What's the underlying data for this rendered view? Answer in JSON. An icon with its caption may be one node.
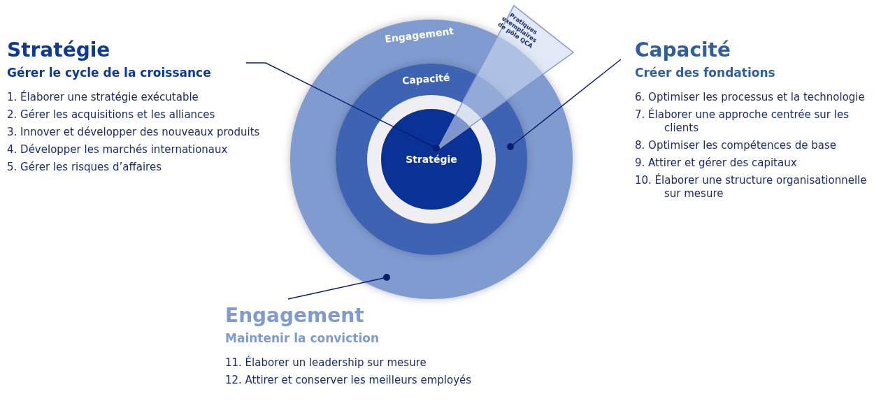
{
  "diagram": {
    "nodes": [
      {
        "text": [
          "Stratégie",
          "Gérer le cycle de la croissance",
          "1. Élaborer une stratégie exécutable",
          "2. Gérer les acquisitions et les alliances",
          "3. Innover et développer des nouveaux produits",
          "4. Développer les marchés internationaux",
          "5. Gérer les risques d’affaires"
        ]
      },
      {
        "text": [
          "Capacité",
          "Créer des fondations",
          "6. Optimiser les processus et la technologie",
          "7. Élaborer une approche centrée sur les clients",
          "8. Optimiser les compétences de base",
          "9. Attirer et gérer des capitaux",
          "10. Élaborer une structure organisationnelle sur mesure"
        ]
      },
      {
        "text": [
          "Engagement",
          "Maintenir la conviction",
          "11. Élaborer un leadership sur mesure",
          "12. Attirer et conserver les meilleurs employés"
        ]
      },
      {
        "text": [
          "Engagement"
        ]
      },
      {
        "text": [
          "Capacité"
        ],
        "in": 3
      },
      {
        "text": [
          "Stratégie"
        ],
        "in": 4
      },
      {
        "text": [
          "Pratiques exemplaires de pôle QCA"
        ]
      }
    ],
    "edges": [
      {
        "from": 0,
        "to": 5,
        "arrow": "other"
      },
      {
        "from": 1,
        "to": 4,
        "arrow": "other"
      },
      {
        "from": 2,
        "to": 3,
        "arrow": "other"
      }
    ]
  }
}
